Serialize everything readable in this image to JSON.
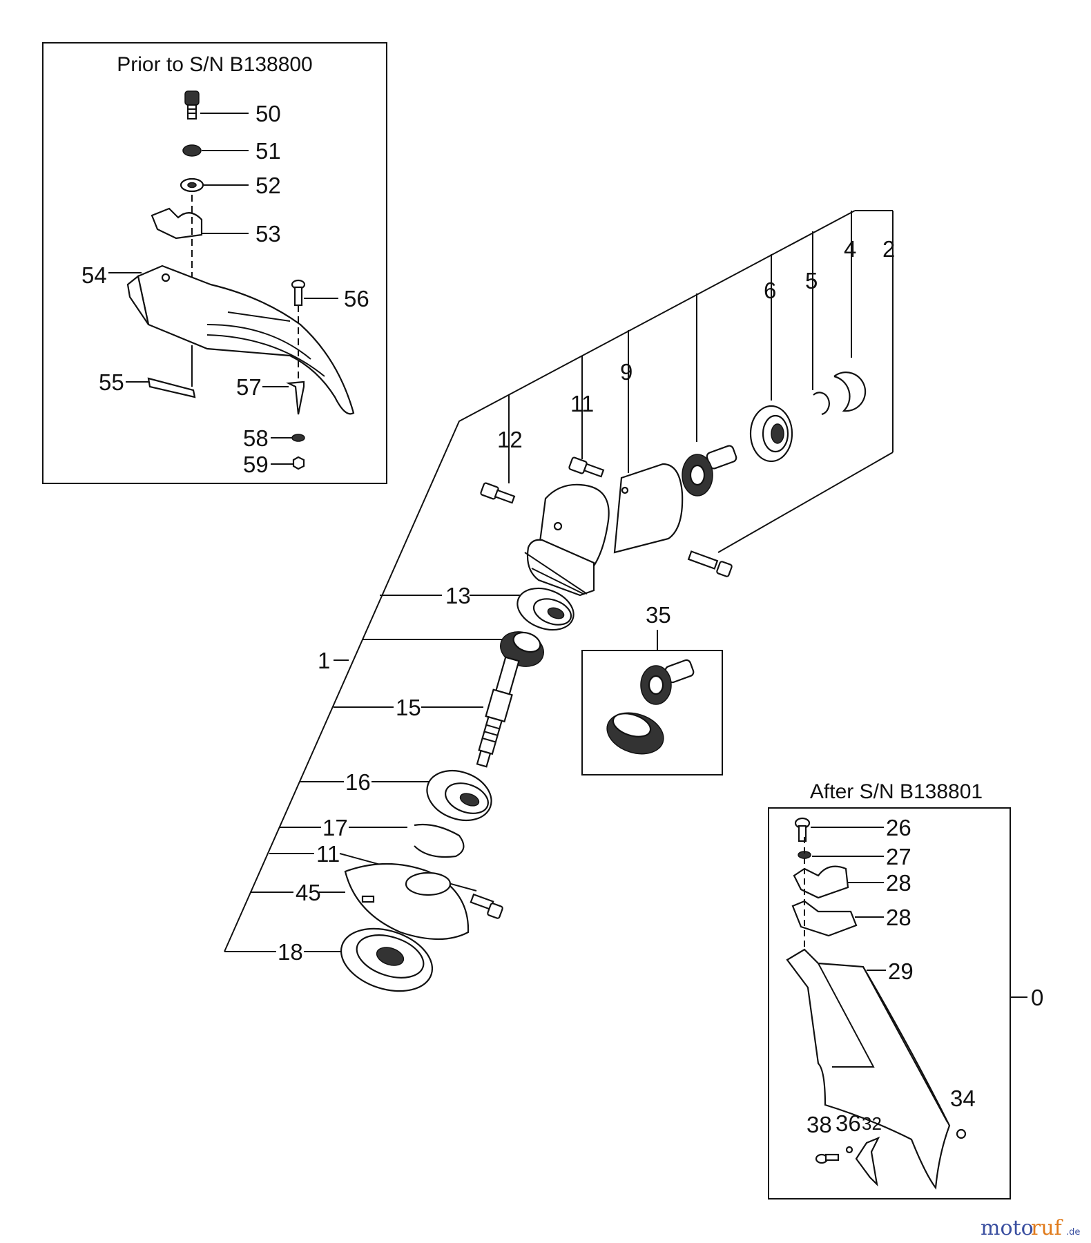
{
  "insets": {
    "prior": {
      "title": "Prior to S/N B138800"
    },
    "after": {
      "title": "After S/N B138801"
    }
  },
  "callouts": {
    "c50": "50",
    "c51": "51",
    "c52": "52",
    "c53": "53",
    "c54": "54",
    "c55": "55",
    "c56": "56",
    "c57": "57",
    "c58": "58",
    "c59": "59",
    "c2": "2",
    "c4": "4",
    "c5": "5",
    "c6": "6",
    "c9": "9",
    "c11a": "11",
    "c12": "12",
    "c13": "13",
    "c1": "1",
    "c15": "15",
    "c16": "16",
    "c17": "17",
    "c11b": "11",
    "c45": "45",
    "c18": "18",
    "c35": "35",
    "c26": "26",
    "c27": "27",
    "c28a": "28",
    "c28b": "28",
    "c29": "29",
    "c0": "0",
    "c34": "34",
    "c38": "38",
    "c36": "36",
    "c32": "32"
  },
  "watermark": {
    "part1": "moto",
    "part2": "ruf",
    "suffix": ".de"
  },
  "colors": {
    "line": "#111111",
    "brand_blue": "#3a4fa0",
    "brand_orange": "#e07a1a"
  }
}
